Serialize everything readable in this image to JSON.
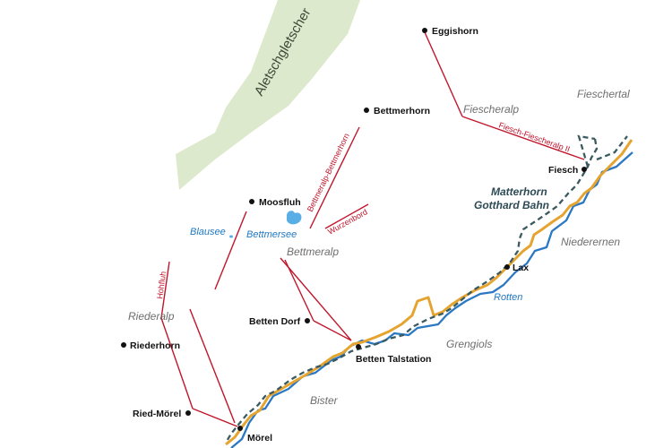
{
  "colors": {
    "glacier": "#dde9cc",
    "lake": "#5aaee6",
    "river": "#2a78c4",
    "road": "#e5a430",
    "rail": "#3b5a60",
    "cable_car": "#c0162c",
    "point": "#111111"
  },
  "glacier": {
    "name": "Aletschgletscher"
  },
  "lakes": {
    "bettmersee": "Bettmersee",
    "blausee": "Blausee"
  },
  "peaks": {
    "eggishorn": "Eggishorn",
    "bettmerhorn": "Bettmerhorn",
    "moosfluh": "Moosfluh",
    "riederhorn": "Riederhorn"
  },
  "places": {
    "fiesch": "Fiesch",
    "lax": "Lax",
    "betten_dorf": "Betten Dorf",
    "betten_talstation": "Betten Talstation",
    "ried_moerel": "Ried-Mörel",
    "moerel": "Mörel"
  },
  "regions": {
    "fiescheralp": "Fiescheralp",
    "fieschertal": "Fieschertal",
    "niederernen": "Niederernen",
    "grengiols": "Grengiols",
    "bister": "Bister",
    "bettmeralp": "Bettmeralp",
    "riederalp": "Riederalp"
  },
  "rivers": {
    "rotten": "Rotten"
  },
  "railway": {
    "line1": "Matterhorn",
    "line2": "Gotthard Bahn"
  },
  "lifts": {
    "fiesch_fiescheralp": "Fiesch-Fiescheralp II",
    "bettmeralp_bettmerhorn": "Bettmeralp-Bettmerhorn",
    "wurzenbord": "Wurzenbord",
    "hohfluh": "Hohfluh"
  }
}
